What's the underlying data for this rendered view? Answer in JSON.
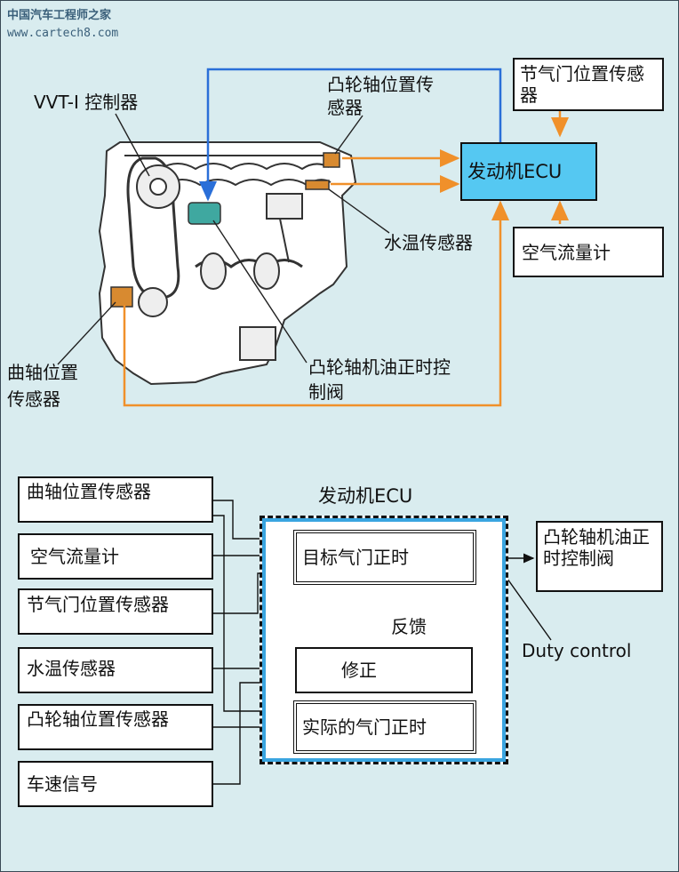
{
  "watermark": {
    "line1": "中国汽车工程师之家",
    "line2": "www.cartech8.com"
  },
  "top": {
    "vvt_label": "VVT-I 控制器",
    "cam_sensor_label_l1": "凸轮轴位置传",
    "cam_sensor_label_l2": "感器",
    "throttle_box_l1": "节气门位置传感",
    "throttle_box_l2": "器",
    "ecu_box": "发动机ECU",
    "water_temp_label": "水温传感器",
    "airflow_box": "空气流量计",
    "crank_label_l1": "曲轴位置",
    "crank_label_l2": "传感器",
    "ocv_label_l1": "凸轮轴机油正时控",
    "ocv_label_l2": "制阀"
  },
  "bottom": {
    "ecu_title": "发动机ECU",
    "inputs": [
      "曲轴位置传感器",
      "空气流量计",
      "节气门位置传感器",
      "水温传感器",
      "凸轮轴位置传感器",
      "车速信号"
    ],
    "target_timing": "目标气门正时",
    "correction": "修正",
    "actual_timing": "实际的气门正时",
    "feedback": "反馈",
    "output_l1": "凸轮轴机油正",
    "output_l2": "时控制阀",
    "duty_control": "Duty control"
  },
  "colors": {
    "background": "#d9ecef",
    "ecu_fill": "#55c8f2",
    "orange_line": "#f0902a",
    "blue_line": "#2a6fd8",
    "ecu_border": "#3aa5e0"
  },
  "icons": [
    "engine-illustration",
    "arrow-icon"
  ]
}
